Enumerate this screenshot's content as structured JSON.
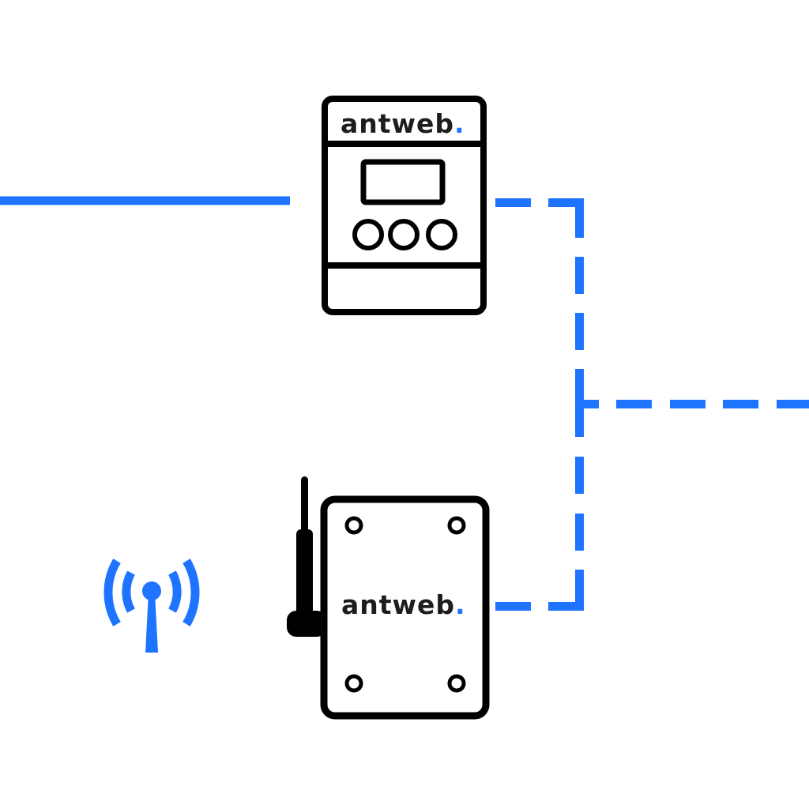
{
  "diagram": {
    "colors": {
      "connector": "#1f74ff",
      "device_outline": "#000000",
      "text": "#1d1d1d",
      "background": "#ffffff"
    },
    "devices": [
      {
        "id": "meter-device",
        "type": "din-rail-meter",
        "brand": "antweb",
        "brand_dot": ".",
        "features": [
          "display-screen",
          "three-buttons"
        ]
      },
      {
        "id": "gateway-device",
        "type": "wireless-gateway",
        "brand": "antweb",
        "brand_dot": ".",
        "features": [
          "antenna",
          "four-mounting-screws"
        ]
      }
    ],
    "icons": [
      {
        "name": "wireless-signal-icon"
      }
    ],
    "connections": [
      {
        "name": "solid-line-to-meter",
        "style": "solid"
      },
      {
        "name": "dashed-line-from-meter",
        "style": "dashed"
      },
      {
        "name": "dashed-line-from-gateway",
        "style": "dashed"
      },
      {
        "name": "dashed-line-to-right",
        "style": "dashed"
      }
    ]
  }
}
